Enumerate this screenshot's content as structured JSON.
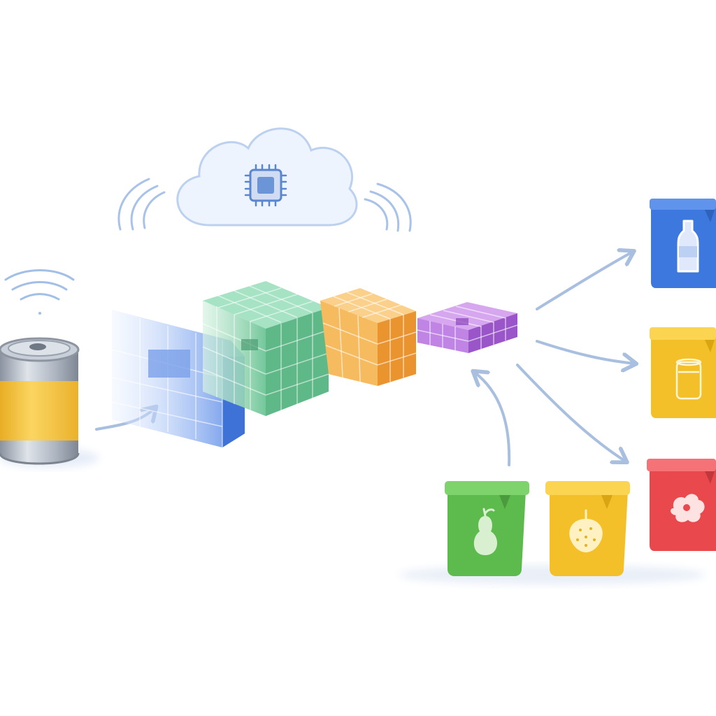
{
  "illustration": {
    "colors": {
      "background": "#ffffff",
      "arrow": "#a9bfe0",
      "signal": "#9cb9e6",
      "cloud_fill": "#eef4fd",
      "cloud_stroke": "#b9cff0",
      "chip": "#5a86cf",
      "can_body": "#b7bec9",
      "can_label": "#f6c443",
      "layer_blue": "#5b8ce8",
      "layer_green": "#7fd0a6",
      "layer_orange": "#f5ae48",
      "layer_purple": "#b06fd8",
      "bin_blue": "#3f7be0",
      "bin_yellow": "#f5c431",
      "bin_red": "#ec5a5c",
      "bin_green": "#6cc15b"
    },
    "nodes": {
      "input_object": "beverage-can",
      "cloud_processor": "chip-icon",
      "network_layers": [
        "blue-layer",
        "green-layer",
        "orange-layer",
        "purple-layer"
      ],
      "output_bins": [
        {
          "name": "bin-blue",
          "icon": "bottle-icon"
        },
        {
          "name": "bin-yellow",
          "icon": "jar-icon"
        },
        {
          "name": "bin-red",
          "icon": "food-scrap-icon"
        }
      ],
      "input_bins": [
        {
          "name": "bin-green",
          "icon": "pear-icon"
        },
        {
          "name": "bin-yellow-organic",
          "icon": "berry-icon"
        }
      ]
    }
  }
}
